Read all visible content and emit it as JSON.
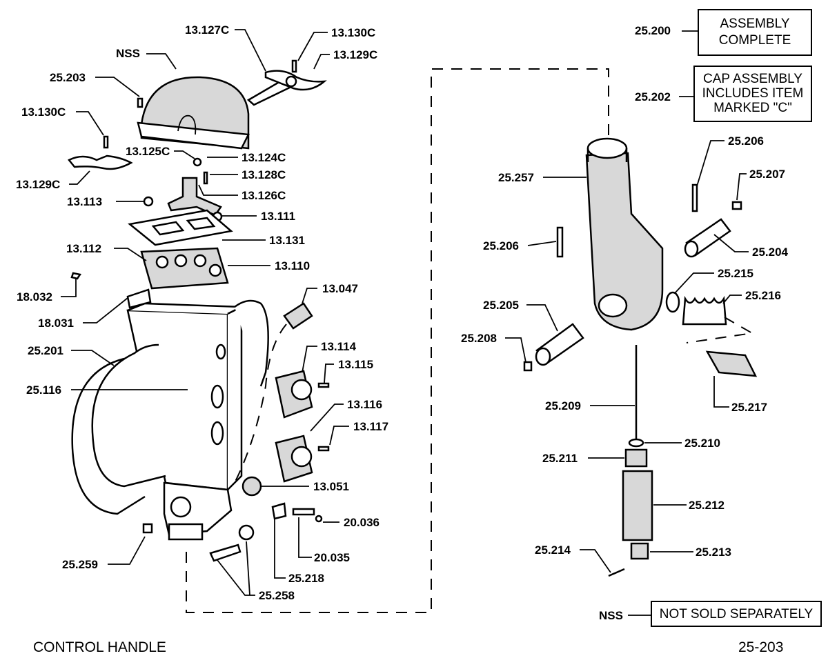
{
  "title": "CONTROL HANDLE",
  "page_number": "25-203",
  "legend": {
    "assembly_complete": {
      "key": "25.200",
      "lines": [
        "ASSEMBLY",
        "COMPLETE"
      ]
    },
    "cap_assembly": {
      "key": "25.202",
      "lines": [
        "CAP ASSEMBLY",
        "INCLUDES ITEM",
        "MARKED \"C\""
      ]
    },
    "nss": {
      "key": "NSS",
      "text": "NOT SOLD SEPARATELY"
    }
  },
  "callouts": [
    "13.127C",
    "NSS",
    "13.130C",
    "13.129C",
    "25.203",
    "13.130C",
    "13.125C",
    "13.124C",
    "13.128C",
    "13.129C",
    "13.126C",
    "13.113",
    "13.111",
    "13.131",
    "13.112",
    "13.110",
    "18.032",
    "13.047",
    "18.031",
    "25.201",
    "13.114",
    "13.115",
    "25.116",
    "13.116",
    "13.117",
    "13.051",
    "20.036",
    "25.259",
    "20.035",
    "25.218",
    "25.258",
    "25.206",
    "25.207",
    "25.257",
    "25.206",
    "25.204",
    "25.215",
    "25.216",
    "25.205",
    "25.208",
    "25.217",
    "25.209",
    "25.210",
    "25.211",
    "25.212",
    "25.214",
    "25.213"
  ]
}
